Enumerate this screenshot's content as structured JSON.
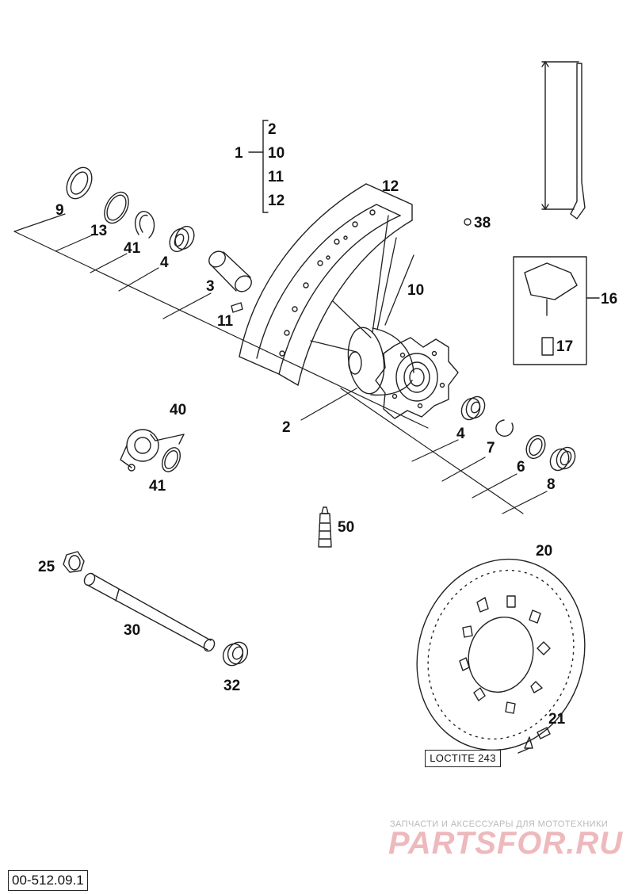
{
  "reference_code": "00-512.09.1",
  "loctite_label": "LOCTITE 243",
  "watermark": {
    "line1": "ЗАПЧАСТИ И АКСЕССУАРЫ ДЛЯ МОТОТЕХНИКИ",
    "line2": "PARTSFOR.RU"
  },
  "group": {
    "parent": "1",
    "children": [
      "2",
      "10",
      "11",
      "12"
    ]
  },
  "callouts": {
    "c9": "9",
    "c13": "13",
    "c41a": "41",
    "c4a": "4",
    "c3": "3",
    "c11": "11",
    "c12": "12",
    "c10": "10",
    "c2": "2",
    "c38": "38",
    "c16": "16",
    "c17": "17",
    "c40": "40",
    "c41b": "41",
    "c4b": "4",
    "c7": "7",
    "c6": "6",
    "c8": "8",
    "c50": "50",
    "c25": "25",
    "c30": "30",
    "c32": "32",
    "c20": "20",
    "c21": "21"
  }
}
